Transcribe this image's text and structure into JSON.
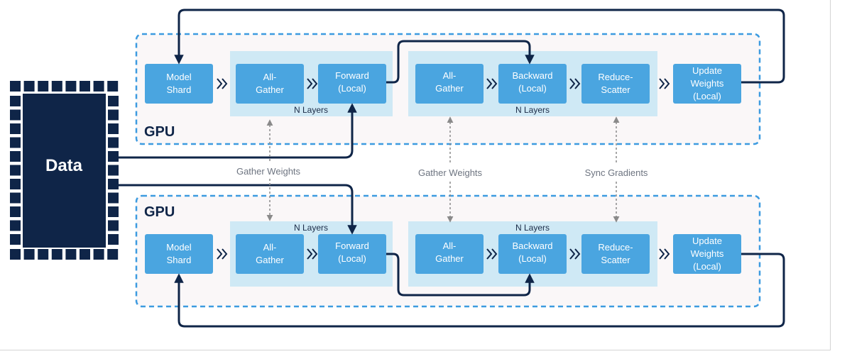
{
  "data_block": {
    "label": "Data"
  },
  "gpu_label": "GPU",
  "n_layers_label": "N Layers",
  "connectors": {
    "gather_weights": "Gather Weights",
    "sync_gradients": "Sync Gradients"
  },
  "blocks": {
    "model_shard": [
      "Model",
      "Shard"
    ],
    "all_gather": [
      "All-",
      "Gather"
    ],
    "forward": [
      "Forward",
      "(Local)"
    ],
    "backward": [
      "Backward",
      "(Local)"
    ],
    "reduce_scatter": [
      "Reduce-",
      "Scatter"
    ],
    "update_weights": [
      "Update",
      "Weights",
      "(Local)"
    ]
  },
  "colors": {
    "block_fill": "#4aa5e0",
    "group_fill": "#cfe9f5",
    "gpu_border": "#3d9be0",
    "gpu_fill": "#faf7f8",
    "navy": "#0f2548",
    "dashed_connector": "#8a8a8a"
  }
}
